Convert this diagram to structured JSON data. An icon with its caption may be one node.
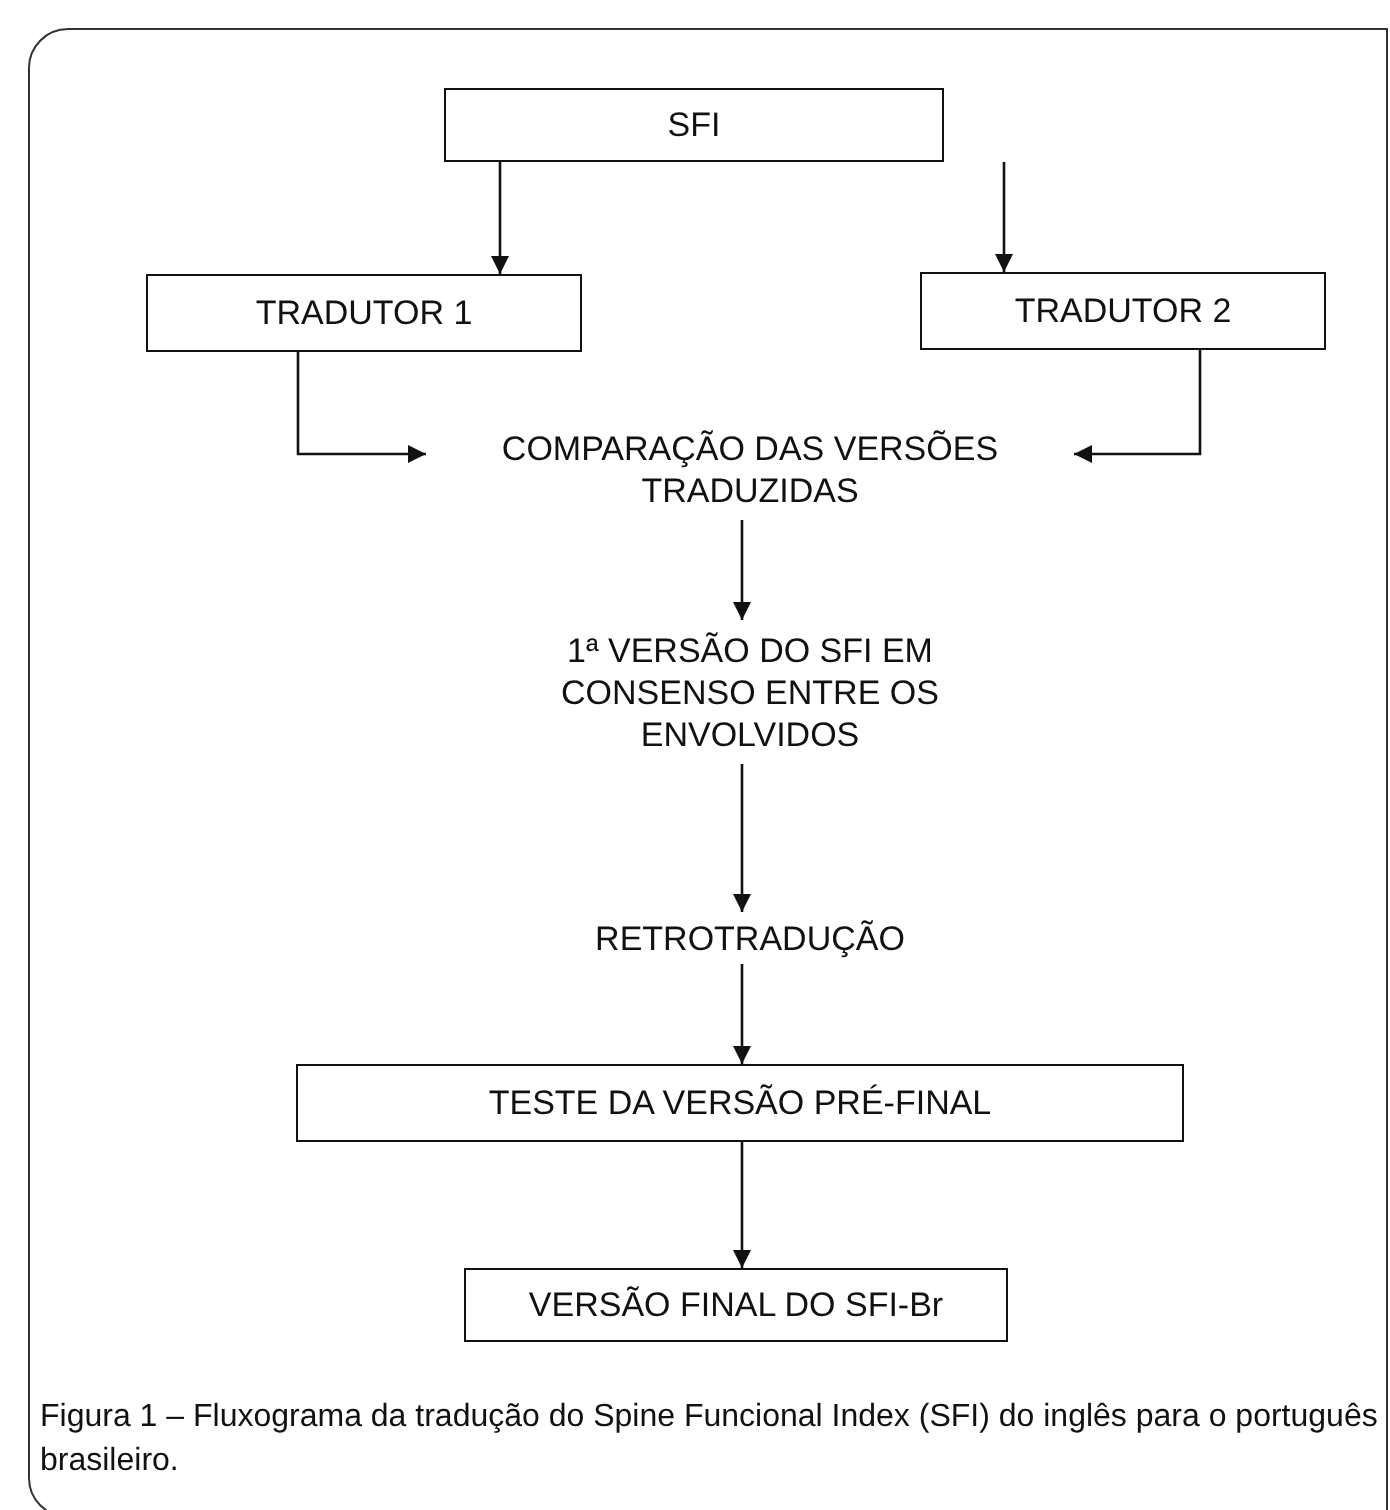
{
  "diagram": {
    "caption": "Figura 1 – Fluxograma da tradução do Spine Funcional Index (SFI) do inglês para o português brasileiro.",
    "nodes": [
      {
        "text": [
          "SFI"
        ]
      },
      {
        "text": [
          "TRADUTOR 1"
        ]
      },
      {
        "text": [
          "TRADUTOR 2"
        ]
      },
      {
        "text": [
          "COMPARAÇÃO DAS VERSÕES TRADUZIDAS"
        ]
      },
      {
        "text": [
          "1ª VERSÃO DO SFI EM CONSENSO ENTRE OS ENVOLVIDOS"
        ]
      },
      {
        "text": [
          "RETROTRADUÇÃO"
        ]
      },
      {
        "text": [
          "TESTE DA VERSÃO PRÉ-FINAL"
        ]
      },
      {
        "text": [
          "VERSÃO FINAL DO SFI-Br"
        ]
      }
    ],
    "edges": [
      {
        "from": 0,
        "to": 1,
        "arrow": "to"
      },
      {
        "from": 0,
        "to": 2,
        "arrow": "to"
      },
      {
        "from": 1,
        "to": 3,
        "arrow": "to"
      },
      {
        "from": 2,
        "to": 3,
        "arrow": "to"
      },
      {
        "from": 3,
        "to": 4,
        "arrow": "to"
      },
      {
        "from": 4,
        "to": 5,
        "arrow": "to"
      },
      {
        "from": 5,
        "to": 6,
        "arrow": "to"
      },
      {
        "from": 6,
        "to": 7,
        "arrow": "to"
      }
    ]
  }
}
